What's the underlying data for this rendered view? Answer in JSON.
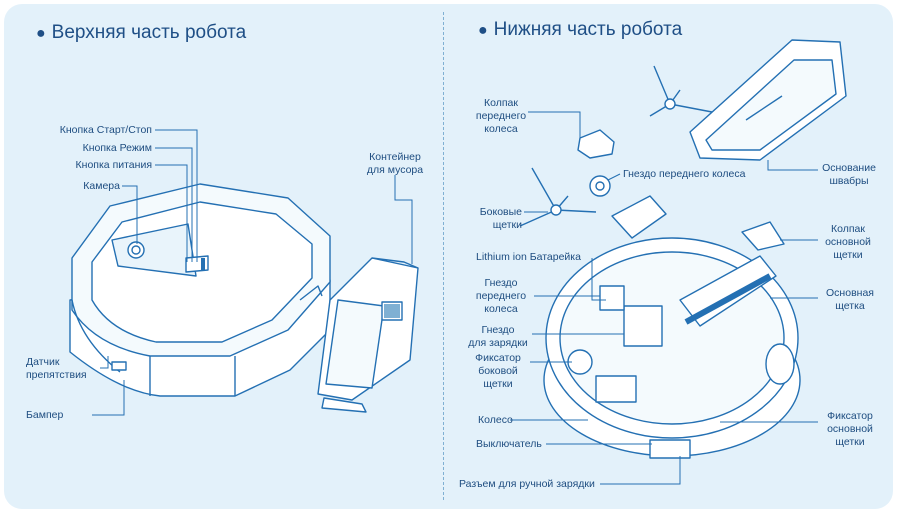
{
  "colors": {
    "background": "#e3f1fa",
    "ink": "#2470b3",
    "text": "#1e4d80"
  },
  "top_section": {
    "title": "Верхняя часть робота",
    "labels": {
      "start_stop": "Кнопка Старт/Стоп",
      "mode": "Кнопка Режим",
      "power": "Кнопка питания",
      "camera": "Камера",
      "dustbin_1": "Контейнер",
      "dustbin_2": "для мусора",
      "sensor_1": "Датчик",
      "sensor_2": "препятствия",
      "bumper": "Бампер"
    }
  },
  "bottom_section": {
    "title": "Нижняя часть робота",
    "labels": {
      "front_wheel_cap_1": "Колпак",
      "front_wheel_cap_2": "переднего",
      "front_wheel_cap_3": "колеса",
      "front_wheel_socket": "Гнездо переднего колеса",
      "mop_base_1": "Основание",
      "mop_base_2": "швабры",
      "side_brushes_1": "Боковые",
      "side_brushes_2": "щетки",
      "battery": "Lithium ion Батарейка",
      "main_brush_cap_1": "Колпак",
      "main_brush_cap_2": "основной",
      "main_brush_cap_3": "щетки",
      "front_wheel_socket2_1": "Гнездо",
      "front_wheel_socket2_2": "переднего",
      "front_wheel_socket2_3": "колеса",
      "main_brush_1": "Основная",
      "main_brush_2": "щетка",
      "charge_socket_1": "Гнездо",
      "charge_socket_2": "для зарядки",
      "side_brush_lock_1": "Фиксатор",
      "side_brush_lock_2": "боковой",
      "side_brush_lock_3": "щетки",
      "wheel": "Колесо",
      "main_brush_lock_1": "Фиксатор",
      "main_brush_lock_2": "основной",
      "main_brush_lock_3": "щетки",
      "switch": "Выключатель",
      "manual_charge": "Разъем для ручной зарядки"
    }
  }
}
